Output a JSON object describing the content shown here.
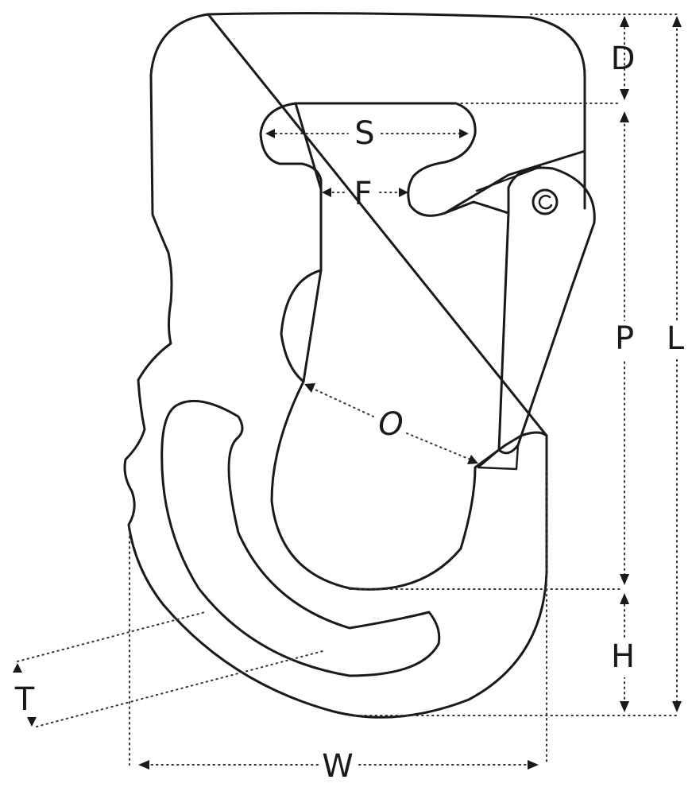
{
  "dimension_labels": {
    "D": "D",
    "S": "S",
    "F": "F",
    "O": "O",
    "P": "P",
    "L": "L",
    "H": "H",
    "T": "T",
    "W": "W"
  },
  "colors": {
    "line": "#1a1a1a",
    "background": "#ffffff"
  }
}
